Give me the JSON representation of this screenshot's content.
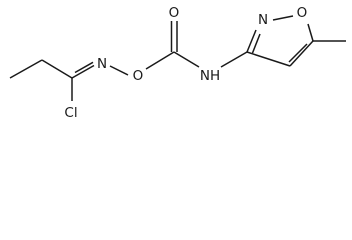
{
  "molecule": {
    "atoms": {
      "chlorine": "Cl",
      "imine_nitrogen": "N",
      "ester_oxygen": "O",
      "carbonyl_oxygen": "O",
      "amide_nh": "NH",
      "ring_nitrogen": "N",
      "ring_oxygen": "O"
    }
  },
  "colors": {
    "bond": "#1a1a1a",
    "label": "#1a1a1a",
    "background": "#ffffff"
  }
}
